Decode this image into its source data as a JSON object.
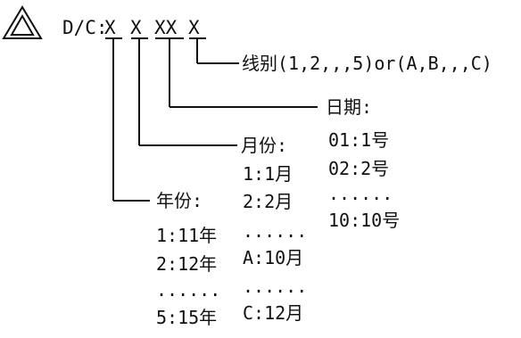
{
  "symbol_icon": "double-triangle",
  "code": {
    "prefix": "D/C:",
    "line": "X",
    "year": "X",
    "day": "XX",
    "line_char": "X"
  },
  "labels": {
    "line": "线别(1,2,,,5)or(A,B,,,C)",
    "day": {
      "title": "日期:",
      "items": [
        "01:1号",
        "02:2号",
        "......",
        "10:10号"
      ]
    },
    "month": {
      "title": "月份:",
      "items": [
        "1:1月",
        "2:2月",
        "......",
        "A:10月",
        "......",
        "C:12月"
      ]
    },
    "year": {
      "title": "年份:",
      "items": [
        "1:11年",
        "2:12年",
        "......",
        "5:15年"
      ]
    }
  }
}
